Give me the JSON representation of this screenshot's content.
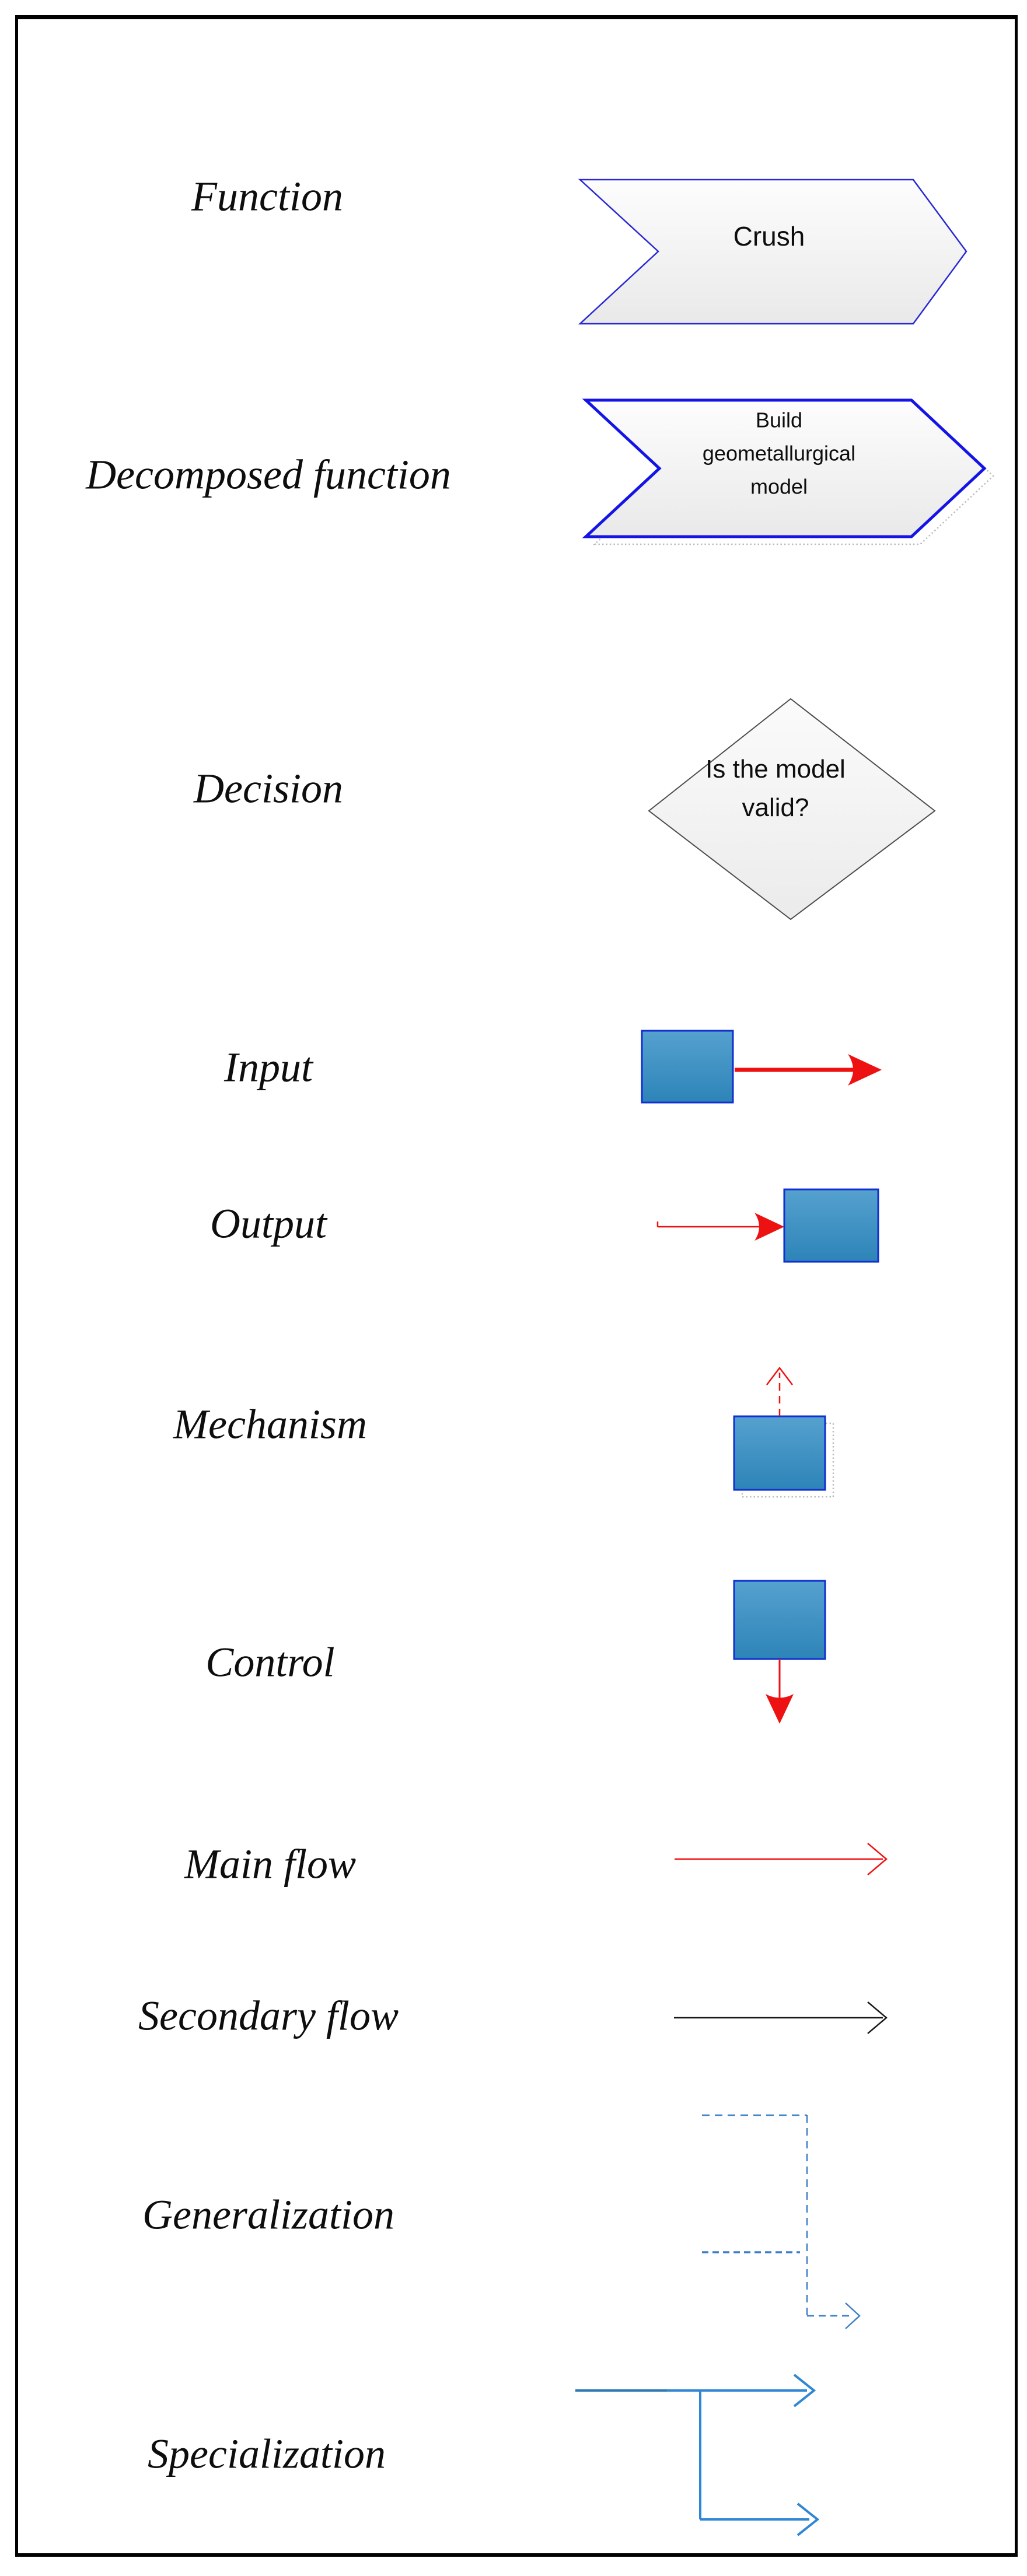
{
  "legend": {
    "rows": [
      {
        "label": "Function",
        "shape": "chevron-arrow",
        "shape_text": "Crush"
      },
      {
        "label": "Decomposed function",
        "shape": "chevron-arrow-shadow",
        "shape_text_lines": [
          "Build",
          "geometallurgical",
          "model"
        ]
      },
      {
        "label": "Decision",
        "shape": "diamond",
        "shape_text_lines": [
          "Is the model",
          "valid?"
        ]
      },
      {
        "label": "Input",
        "shape": "box-with-right-arrow"
      },
      {
        "label": "Output",
        "shape": "arrow-into-box"
      },
      {
        "label": "Mechanism",
        "shape": "box-with-dashed-up-arrow"
      },
      {
        "label": "Control",
        "shape": "box-with-down-arrow"
      },
      {
        "label": "Main flow",
        "shape": "red-arrow"
      },
      {
        "label": "Secondary flow",
        "shape": "black-arrow"
      },
      {
        "label": "Generalization",
        "shape": "dashed-blue-connector"
      },
      {
        "label": "Specialization",
        "shape": "solid-blue-connector"
      }
    ]
  },
  "colors": {
    "function_border": "#2929d4",
    "decomposed_border": "#1414e6",
    "box_border": "#1030d0",
    "box_fill_top": "#55a1cf",
    "box_fill_bottom": "#2d84b8",
    "shape_fill_top": "#fdfdfd",
    "shape_fill_bottom": "#e9e9e9",
    "diamond_border": "#4d4d4d",
    "flow_red": "#ee1111",
    "secondary_black": "#1a1a1a",
    "generalization_blue": "#3d7fc6",
    "specialization_blue": "#2f86d4",
    "shadow_gray": "#bcbcbc",
    "frame_black": "#000000"
  }
}
